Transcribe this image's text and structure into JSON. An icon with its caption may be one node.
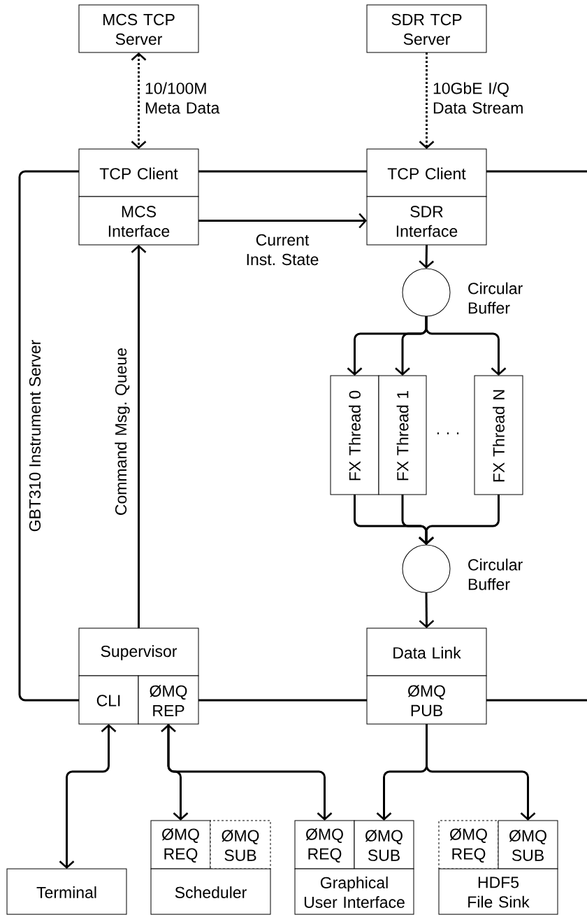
{
  "diagram": {
    "nodes": [
      {
        "text": [
          "MCS TCP Server"
        ]
      },
      {
        "text": [
          "SDR TCP Server"
        ]
      },
      {
        "text": [
          "GBT310 Instrument Server"
        ]
      },
      {
        "text": [
          "TCP Client"
        ]
      },
      {
        "text": [
          "MCS Interface"
        ],
        "in": 2
      },
      {
        "text": [
          "TCP Client"
        ]
      },
      {
        "text": [
          "SDR Interface"
        ],
        "in": 2
      },
      {
        "text": [],
        "shape": "circle",
        "beside": [
          "Circular Buffer"
        ],
        "in": 2
      },
      {
        "text": [
          "FX Thread 0"
        ],
        "in": 2
      },
      {
        "text": [
          "FX Thread 1"
        ],
        "in": 2
      },
      {
        "text": [
          "FX Thread N"
        ],
        "in": 2
      },
      {
        "text": [],
        "shape": "circle",
        "beside": [
          "Circular Buffer"
        ],
        "in": 2
      },
      {
        "text": [
          "Supervisor"
        ],
        "in": 2
      },
      {
        "text": [
          "CLI"
        ]
      },
      {
        "text": [
          "ØMQ REP"
        ]
      },
      {
        "text": [
          "Data Link"
        ],
        "in": 2
      },
      {
        "text": [
          "ØMQ PUB"
        ]
      },
      {
        "text": [
          "Terminal"
        ]
      },
      {
        "text": [
          "ØMQ REQ"
        ]
      },
      {
        "text": [
          "ØMQ SUB"
        ]
      },
      {
        "text": [
          "Scheduler"
        ]
      },
      {
        "text": [
          "ØMQ REQ"
        ]
      },
      {
        "text": [
          "ØMQ SUB"
        ]
      },
      {
        "text": [
          "Graphical User Interface"
        ]
      },
      {
        "text": [
          "ØMQ REQ"
        ]
      },
      {
        "text": [
          "ØMQ SUB"
        ]
      },
      {
        "text": [
          "HDF5 File Sink"
        ]
      }
    ],
    "edges": [
      {
        "from": 0,
        "to": 3,
        "arrow": "both",
        "style": "dashed",
        "label": "10/100M Meta Data"
      },
      {
        "from": 1,
        "to": 5,
        "arrow": "to",
        "style": "dashed",
        "label": "10GbE I/Q Data Stream"
      },
      {
        "from": 4,
        "to": 6,
        "arrow": "to",
        "label": "Current Inst. State"
      },
      {
        "from": 12,
        "to": 4,
        "arrow": "to",
        "label": "Command Msg. Queue"
      },
      {
        "from": 6,
        "to": 7,
        "arrow": "to"
      },
      {
        "from": 7,
        "to": 8,
        "arrow": "to"
      },
      {
        "from": 7,
        "to": 9,
        "arrow": "to"
      },
      {
        "from": 7,
        "to": 10,
        "arrow": "to"
      },
      {
        "from": 8,
        "to": 11,
        "arrow": "to"
      },
      {
        "from": 9,
        "to": 11,
        "arrow": "to"
      },
      {
        "from": 10,
        "to": 11,
        "arrow": "to"
      },
      {
        "from": 11,
        "to": 15,
        "arrow": "to"
      },
      {
        "from": 13,
        "to": 17,
        "arrow": "both"
      },
      {
        "from": 14,
        "to": 18,
        "arrow": "both"
      },
      {
        "from": 14,
        "to": 21,
        "arrow": "both"
      },
      {
        "from": 16,
        "to": 22,
        "arrow": "to"
      },
      {
        "from": 16,
        "to": 25,
        "arrow": "to"
      }
    ],
    "labels": [
      "· · ·"
    ]
  }
}
